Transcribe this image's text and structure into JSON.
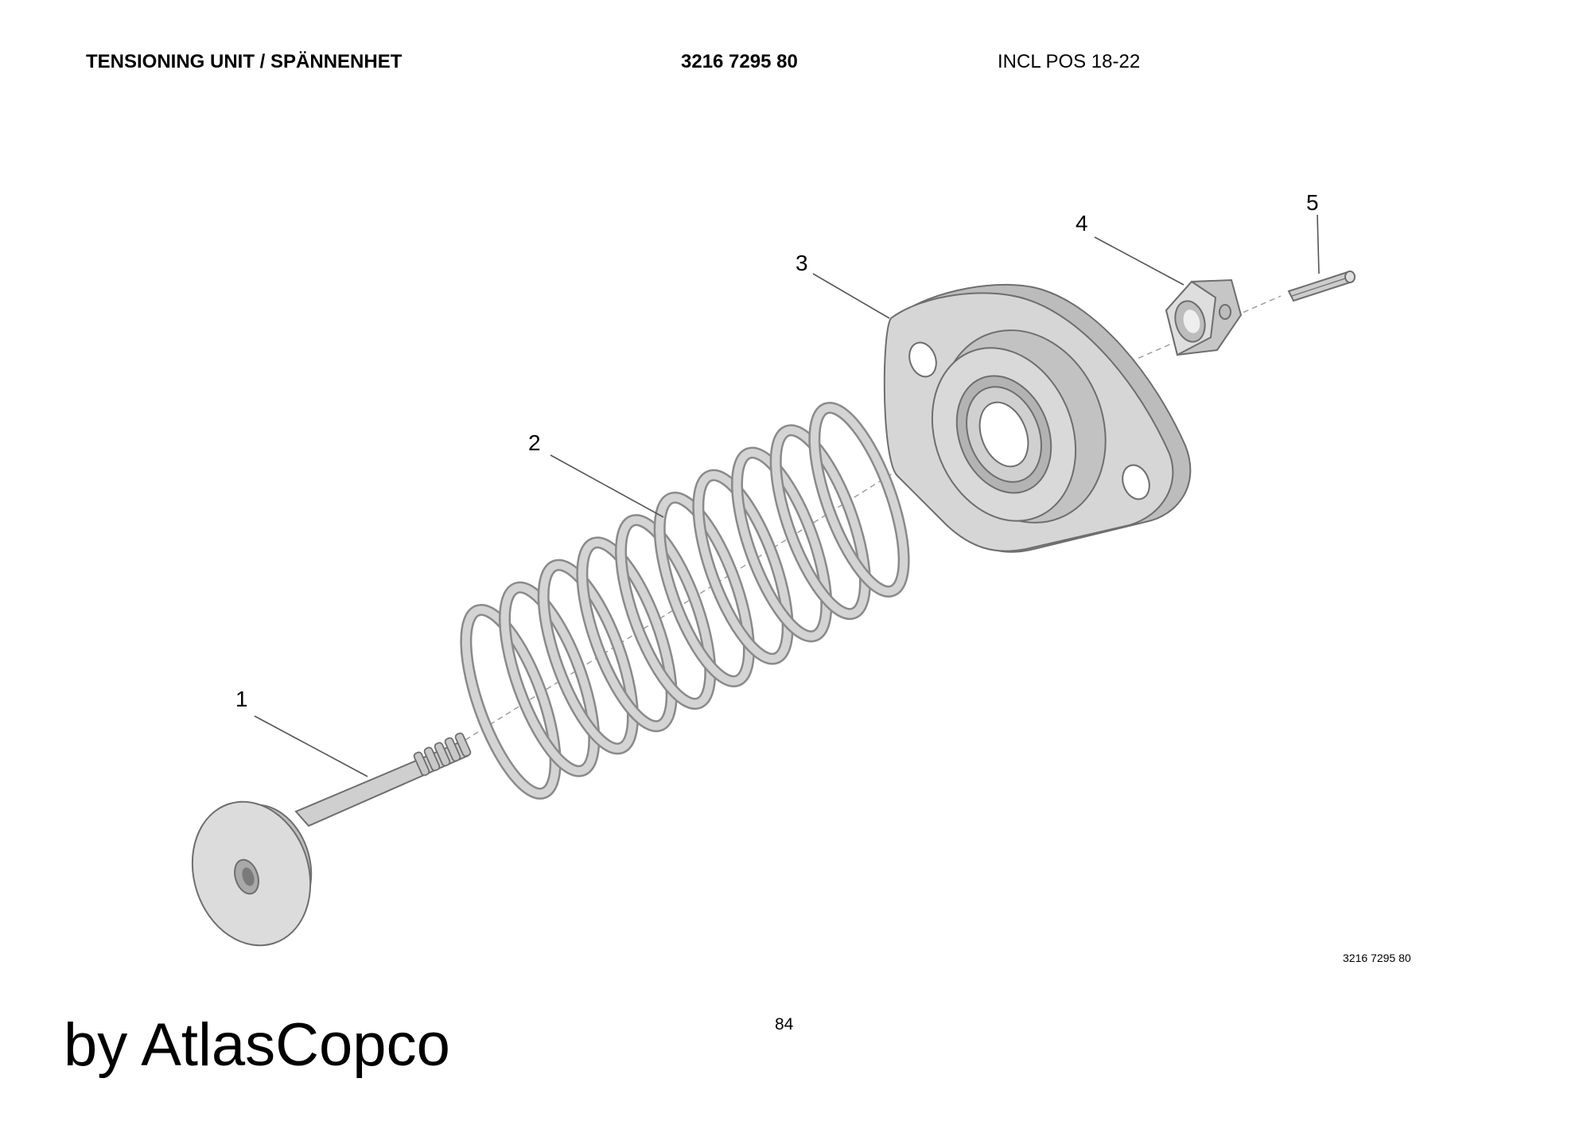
{
  "header": {
    "title": "TENSIONING UNIT / SPÄNNENHET",
    "part_number": "3216 7295 80",
    "note": "INCL POS 18-22"
  },
  "callouts": [
    {
      "label": "1"
    },
    {
      "label": "2"
    },
    {
      "label": "3"
    },
    {
      "label": "4"
    },
    {
      "label": "5"
    }
  ],
  "footer": {
    "drawing_ref": "3216 7295 80",
    "page_number": "84",
    "brand": "by AtlasCopco"
  },
  "colors": {
    "part_fill": "#d2d2d2",
    "part_shadow": "#b9b9b9",
    "outline": "#6e6e6e"
  }
}
